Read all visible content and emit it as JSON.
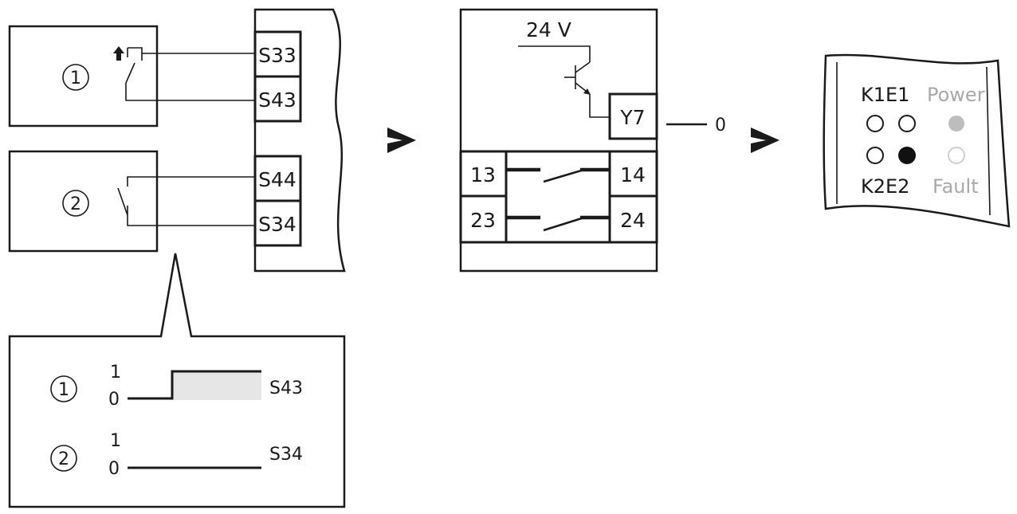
{
  "inputs": {
    "sensor1": {
      "marker": "1"
    },
    "sensor2": {
      "marker": "2"
    },
    "terminals": [
      "S33",
      "S43",
      "S44",
      "S34"
    ]
  },
  "outputs": {
    "supply_label": "24 V",
    "transistor_output": "Y7",
    "output_state": "0",
    "contacts": [
      {
        "left": "13",
        "right": "14"
      },
      {
        "left": "23",
        "right": "24"
      }
    ]
  },
  "leds": {
    "top_label": "K1E1",
    "bottom_label": "K2E2",
    "power_label": "Power",
    "fault_label": "Fault"
  },
  "signals": [
    {
      "marker": "1",
      "high": "1",
      "low": "0",
      "terminal": "S43"
    },
    {
      "marker": "2",
      "high": "1",
      "low": "0",
      "terminal": "S34"
    }
  ],
  "colors": {
    "box_fill": "#e6e6e6",
    "led_power": "#bdbdbd",
    "led_on": "#111111",
    "led_fault": "#cfcfcf",
    "muted_text": "#a8a8a8"
  }
}
